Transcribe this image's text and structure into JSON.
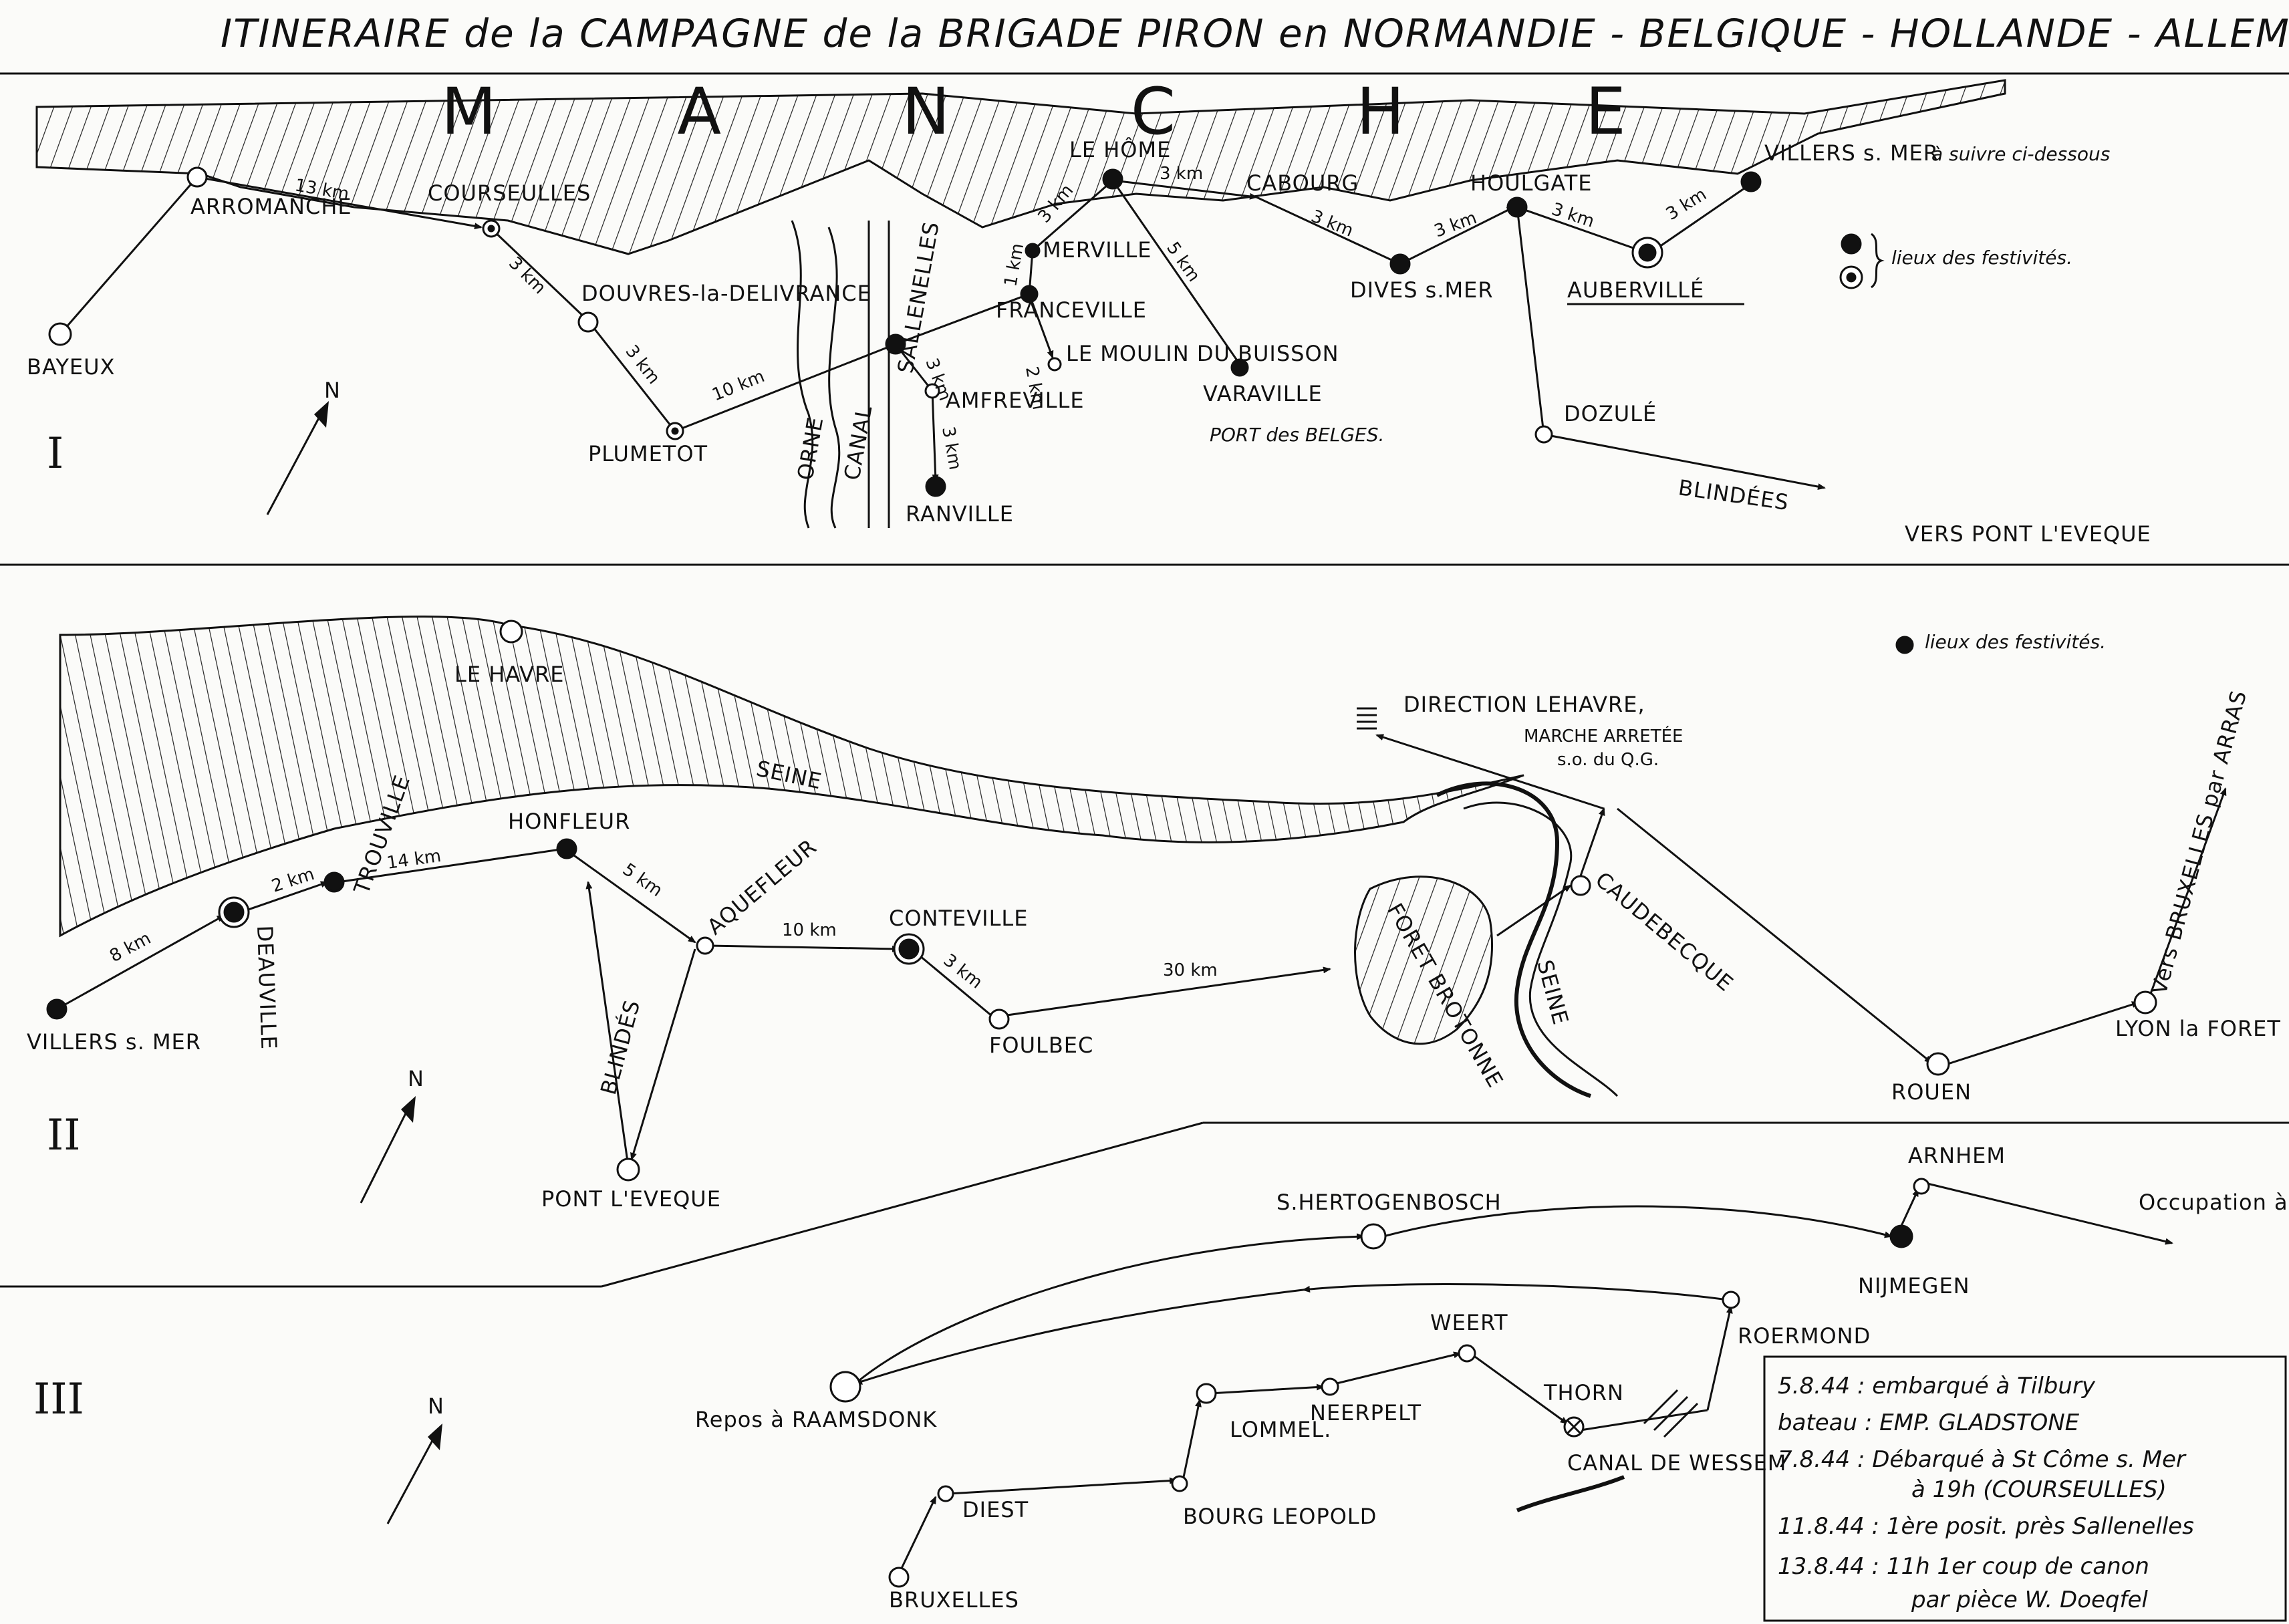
{
  "title": "ITINERAIRE de la CAMPAGNE de la BRIGADE PIRON en NORMANDIE - BELGIQUE - HOLLANDE - ALLEM",
  "panel1": {
    "roman": "I",
    "sea": "M A N C H E",
    "north": "N",
    "places": {
      "bayeux": "BAYEUX",
      "arromanche": "ARROMANCHE",
      "courseulles": "COURSEULLES",
      "douvres": "DOUVRES-la-DELIVRANCE",
      "plumetot": "PLUMETOT",
      "orne": "ORNE",
      "canal": "CANAL",
      "sallenelles": "SALLENELLES",
      "amfreville": "AMFREVILLE",
      "ranville": "RANVILLE",
      "franceville": "FRANCEVILLE",
      "merville": "MERVILLE",
      "moulin": "LE MOULIN DU BUISSON",
      "lehome": "LE HÔME",
      "varaville": "VARAVILLE",
      "portbelges": "PORT des BELGES.",
      "cabourg": "CABOURG",
      "dives": "DIVES s.MER",
      "houlgate": "HOULGATE",
      "dozule": "DOZULÉ",
      "auberville": "AUBERVILLÉ",
      "villers": "VILLERS s. MER",
      "suivre": "à suivre ci-dessous",
      "blindees": "BLINDÉES",
      "pontleveque": "VERS PONT L'EVEQUE"
    },
    "distances": {
      "arr_cour": "13 km",
      "cour_douv": "3 km",
      "douv_plum": "3 km",
      "plum_sall": "10 km",
      "sall_amf": "3 km",
      "amf_ran": "3 km",
      "fra_mer": "1 km",
      "mer_home": "3 km",
      "fra_moulin": "2 km",
      "home_cab": "3 km",
      "home_var": "5 km",
      "cab_div": "3 km",
      "div_houl": "3 km",
      "houl_aub": "3 km",
      "aub_vil": "3 km"
    },
    "legend": "lieux des festivités."
  },
  "panel2": {
    "roman": "II",
    "north": "N",
    "legend": "lieux des festivités.",
    "places": {
      "lehavre": "LE HAVRE",
      "seine": "SEINE",
      "seine2": "SEINE",
      "villers": "VILLERS s. MER",
      "deauville": "DEAUVILLE",
      "trouville": "TROUVILLE",
      "honfleur": "HONFLEUR",
      "aquefleur": "AQUEFLEUR",
      "blindes": "BLINDÉS",
      "pontleveque": "PONT L'EVEQUE",
      "conteville": "CONTEVILLE",
      "foulbec": "FOULBEC",
      "foret": "FORET BROTONNE",
      "caudebecque": "CAUDEBECQUE",
      "rouen": "ROUEN",
      "lyon": "LYON la FORET",
      "bruxelles": "Vers BRUXELLES par ARRAS",
      "direction": "DIRECTION LEHAVRE,",
      "marche": "MARCHE ARRETÉE",
      "ordre": "s.o. du Q.G."
    },
    "distances": {
      "vil_dea": "8 km",
      "dea_tro": "2 km",
      "tro_hon": "14 km",
      "hon_aqu": "5 km",
      "aqu_con": "10 km",
      "con_fou": "3 km",
      "fou_for": "30 km"
    }
  },
  "panel3": {
    "roman": "III",
    "north": "N",
    "places": {
      "bruxelles": "BRUXELLES",
      "diest": "DIEST",
      "bourg": "BOURG LEOPOLD",
      "lommel": "LOMMEL.",
      "neerpelt": "NEERPELT",
      "weert": "WEERT",
      "thorn": "THORN",
      "canal": "CANAL DE WESSEM",
      "roermond": "ROERMOND",
      "repos": "Repos à RAAMSDONK",
      "hertogenbosch": "S.HERTOGENBOSCH",
      "nijmegen": "NIJMEGEN",
      "arnhem": "ARNHEM",
      "occupation": "Occupation à BORK"
    },
    "notes": [
      "5.8.44 : embarqué à Tilbury",
      "bateau : EMP. GLADSTONE",
      "7.8.44 : Débarqué à St Côme s. Mer",
      "à 19h (COURSEULLES)",
      "11.8.44 : 1ère posit. près Sallenelles",
      "13.8.44 : 11h 1er coup de canon",
      "par pièce W. Doeqfel"
    ]
  }
}
